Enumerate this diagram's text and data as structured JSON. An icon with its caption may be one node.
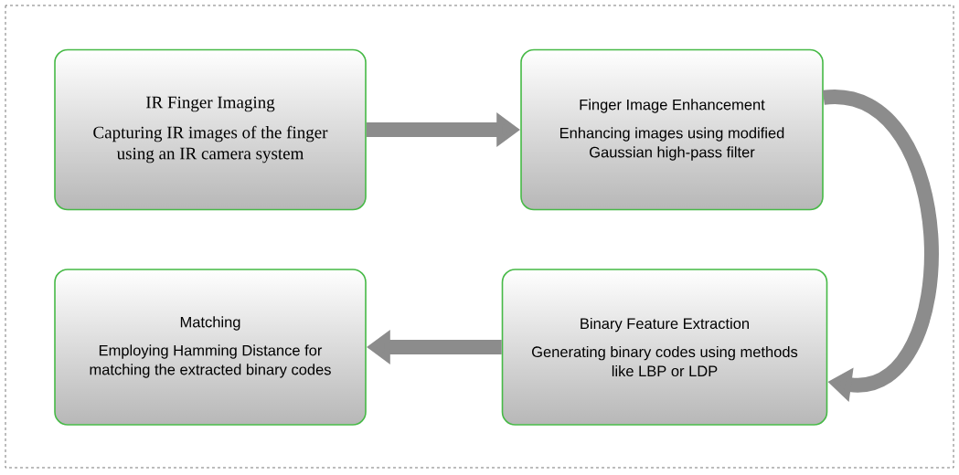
{
  "diagram": {
    "nodes": [
      {
        "text": [
          "IR Finger Imaging",
          "Capturing IR images of the finger using an IR camera system"
        ]
      },
      {
        "text": [
          "Finger Image Enhancement",
          "Enhancing images using modified Gaussian high-pass filter"
        ]
      },
      {
        "text": [
          "Binary Feature Extraction",
          "Generating binary codes using methods like LBP or LDP"
        ]
      },
      {
        "text": [
          "Matching",
          "Employing Hamming Distance for matching the extracted binary codes"
        ]
      }
    ],
    "edges": [
      {
        "from": 0,
        "to": 1,
        "arrow": "to"
      },
      {
        "from": 1,
        "to": 2,
        "arrow": "to"
      },
      {
        "from": 2,
        "to": 3,
        "arrow": "to"
      }
    ]
  }
}
